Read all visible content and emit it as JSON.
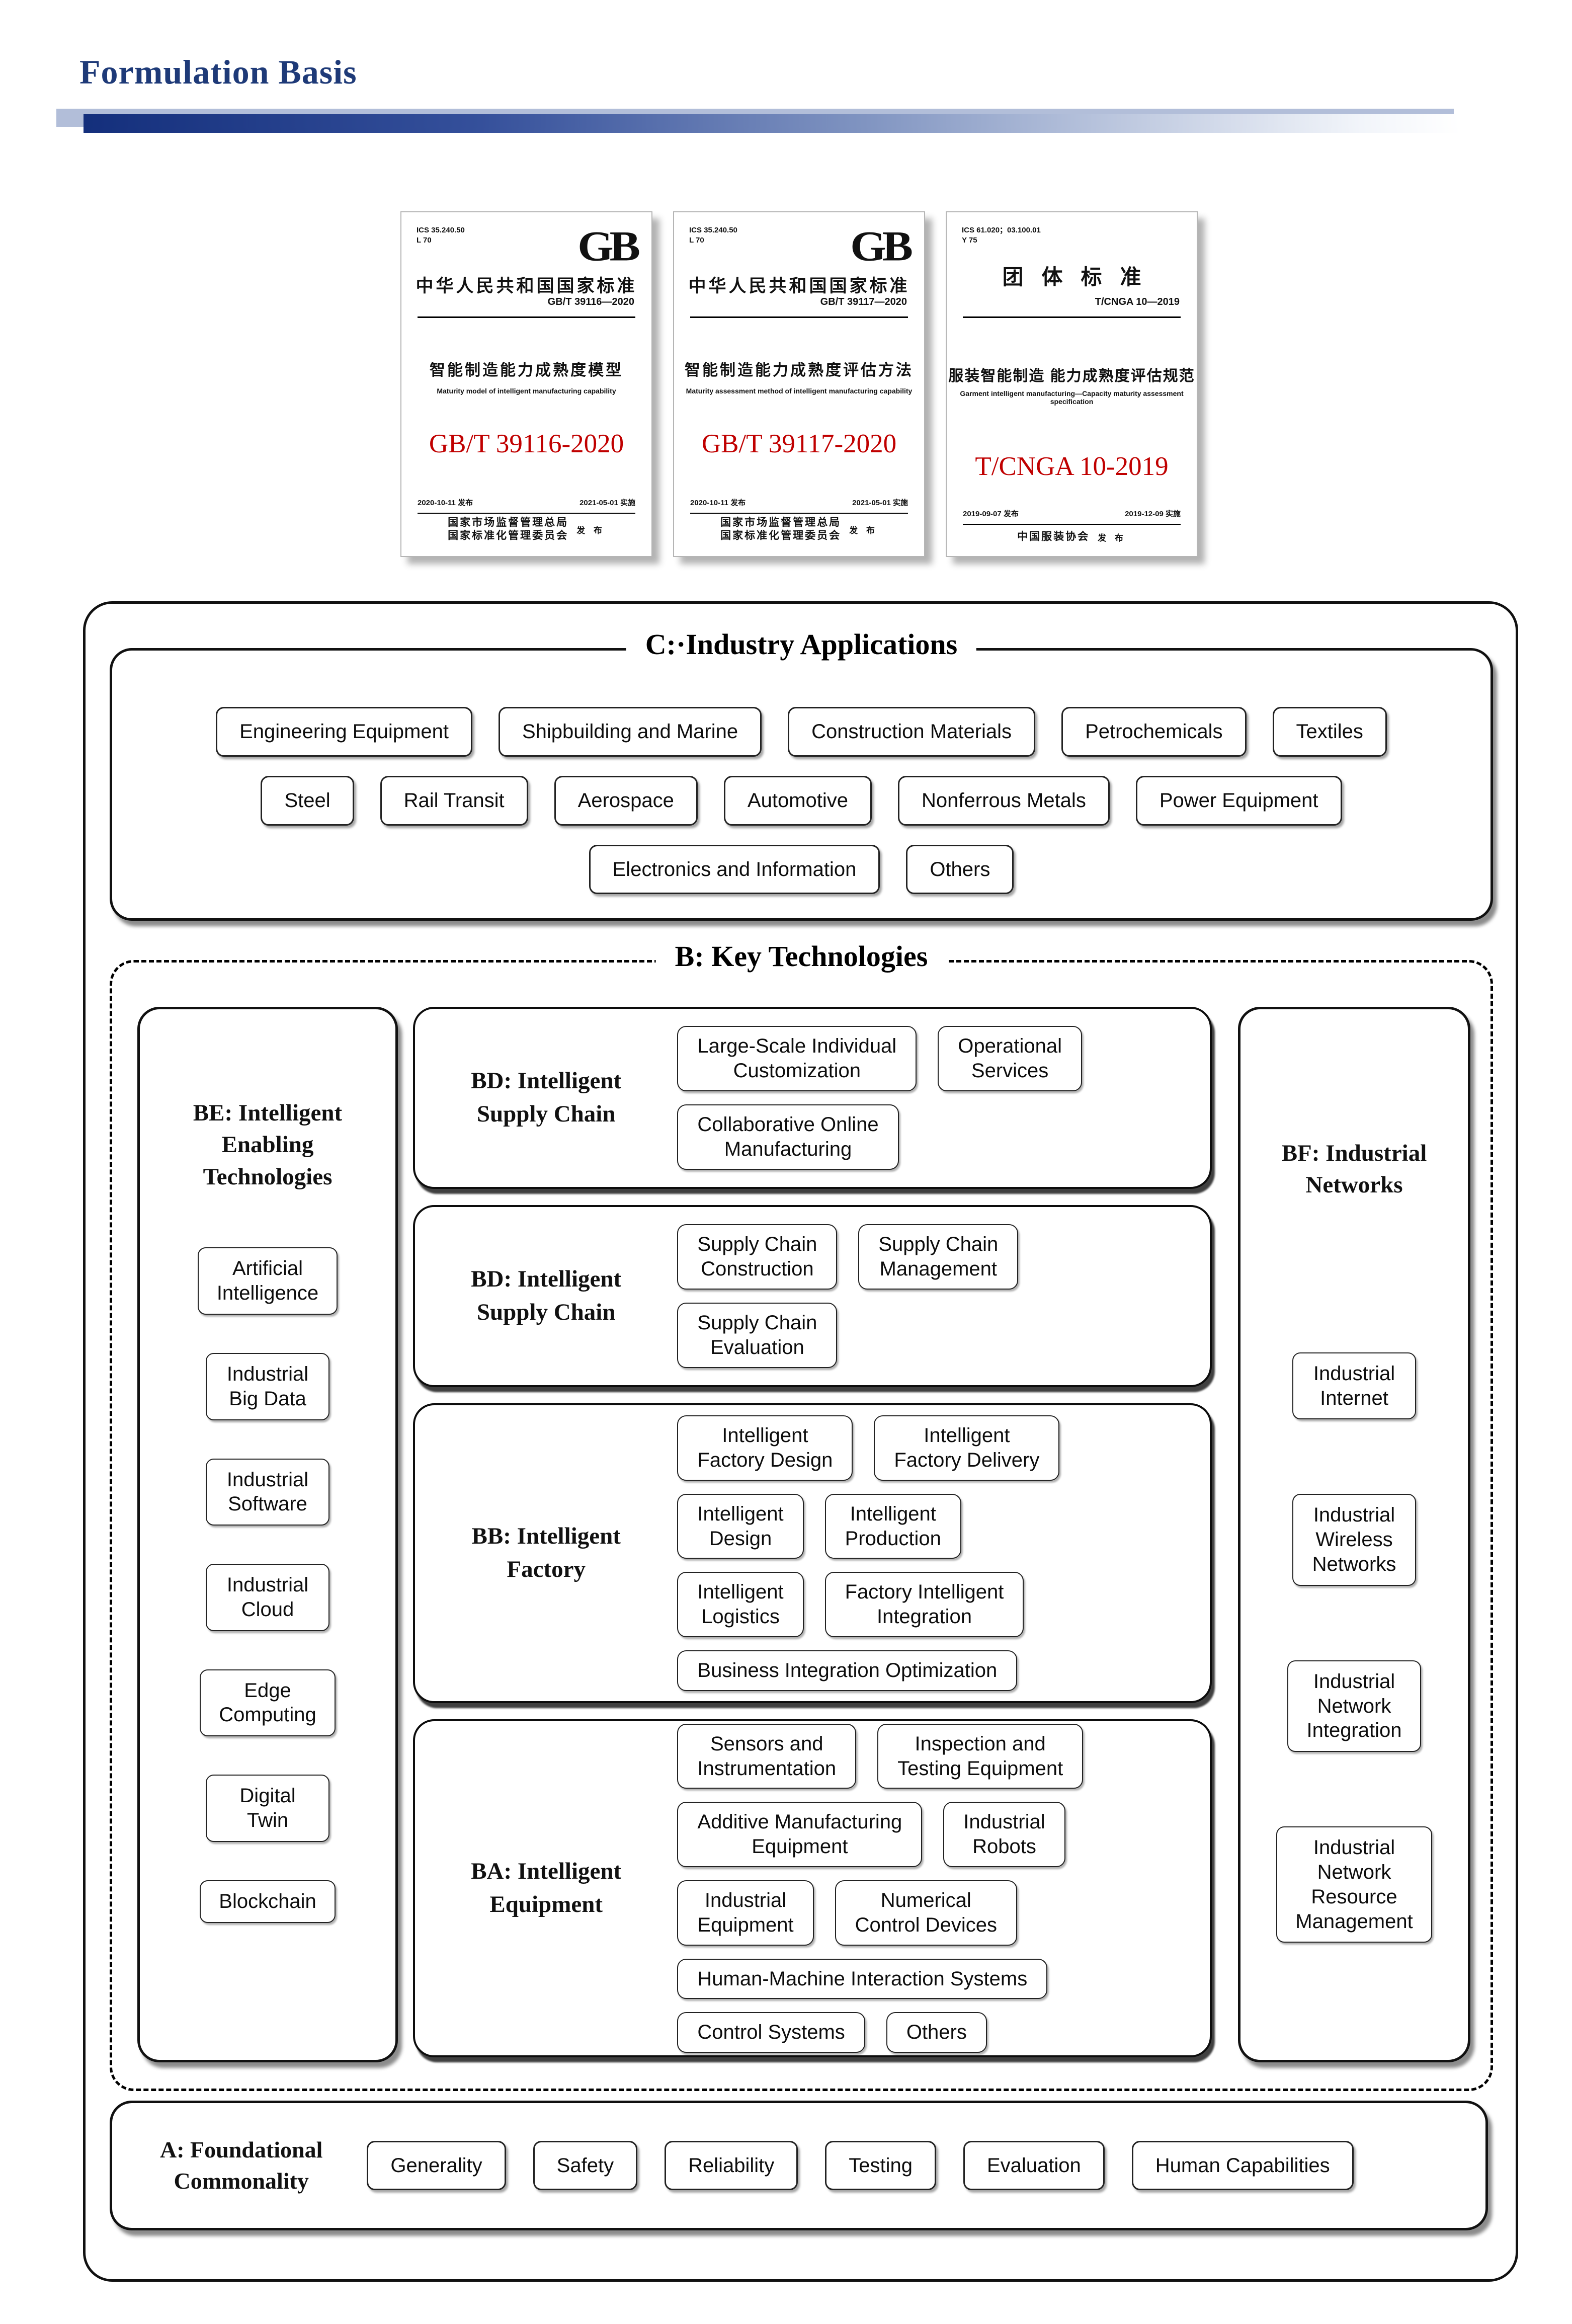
{
  "page": {
    "title": "Formulation Basis"
  },
  "covers": [
    {
      "ics": "ICS 35.240.50\nL 70",
      "logo": "GB",
      "header": "中华人民共和国国家标准",
      "code": "GB/T 39116—2020",
      "title_cn": "智能制造能力成熟度模型",
      "title_en": "Maturity model of intelligent manufacturing capability",
      "code_red": "GB/T 39116-2020",
      "date_issue": "2020-10-11 发布",
      "date_impl": "2021-05-01 实施",
      "publisher": "国家市场监督管理总局\n国家标准化管理委员会",
      "publish_word": "发 布"
    },
    {
      "ics": "ICS 35.240.50\nL 70",
      "logo": "GB",
      "header": "中华人民共和国国家标准",
      "code": "GB/T 39117—2020",
      "title_cn": "智能制造能力成熟度评估方法",
      "title_en": "Maturity assessment method of intelligent manufacturing capability",
      "code_red": "GB/T 39117-2020",
      "date_issue": "2020-10-11 发布",
      "date_impl": "2021-05-01 实施",
      "publisher": "国家市场监督管理总局\n国家标准化管理委员会",
      "publish_word": "发 布"
    },
    {
      "ics": "ICS 61.020；03.100.01\nY 75",
      "logo": "",
      "header": "团体标准",
      "code": "T/CNGA 10—2019",
      "title_cn": "服装智能制造 能力成熟度评估规范",
      "title_en": "Garment intelligent manufacturing—Capacity maturity assessment specification",
      "code_red": "T/CNGA 10-2019",
      "date_issue": "2019-09-07 发布",
      "date_impl": "2019-12-09 实施",
      "publisher": "中国服装协会",
      "publish_word": "发 布"
    }
  ],
  "section_c": {
    "title": "C:·Industry Applications",
    "rows": [
      [
        "Engineering Equipment",
        "Shipbuilding and Marine",
        "Construction Materials",
        "Petrochemicals",
        "Textiles"
      ],
      [
        "Steel",
        "Rail Transit",
        "Aerospace",
        "Automotive",
        "Nonferrous Metals",
        "Power Equipment"
      ],
      [
        "Electronics and Information",
        "Others"
      ]
    ]
  },
  "section_b": {
    "title": "B: Key Technologies",
    "be": {
      "title": "BE: Intelligent\nEnabling\nTechnologies",
      "items": [
        "Artificial\nIntelligence",
        "Industrial\nBig Data",
        "Industrial\nSoftware",
        "Industrial\nCloud",
        "Edge\nComputing",
        "Digital\nTwin",
        "Blockchain"
      ]
    },
    "mid": [
      {
        "label": "BD: Intelligent\nSupply Chain",
        "rows": [
          [
            "Large-Scale Individual\nCustomization",
            "Operational\nServices"
          ],
          [
            "Collaborative Online\nManufacturing"
          ]
        ]
      },
      {
        "label": "BD: Intelligent\nSupply Chain",
        "rows": [
          [
            "Supply Chain\nConstruction",
            "Supply Chain\nManagement"
          ],
          [
            "Supply Chain\nEvaluation"
          ]
        ]
      },
      {
        "label": "BB: Intelligent\nFactory",
        "rows": [
          [
            "Intelligent\nFactory Design",
            "Intelligent\nFactory Delivery"
          ],
          [
            "Intelligent\nDesign",
            "Intelligent\nProduction"
          ],
          [
            "Intelligent\nLogistics",
            "Factory Intelligent\nIntegration"
          ],
          [
            "Business Integration Optimization"
          ]
        ]
      },
      {
        "label": "BA: Intelligent\nEquipment",
        "rows": [
          [
            "Sensors and\nInstrumentation",
            "Inspection and\nTesting Equipment"
          ],
          [
            "Additive Manufacturing\nEquipment",
            "Industrial\nRobots"
          ],
          [
            "Industrial\nEquipment",
            "Numerical\nControl Devices"
          ],
          [
            "Human-Machine Interaction Systems"
          ],
          [
            "Control Systems",
            "Others"
          ]
        ]
      }
    ],
    "bf": {
      "title": "BF: Industrial\nNetworks",
      "items": [
        "Industrial\nInternet",
        "Industrial\nWireless\nNetworks",
        "Industrial\nNetwork\nIntegration",
        "Industrial\nNetwork\nResource\nManagement"
      ]
    }
  },
  "section_a": {
    "label": "A: Foundational\nCommonality",
    "items": [
      "Generality",
      "Safety",
      "Reliability",
      "Testing",
      "Evaluation",
      "Human Capabilities"
    ]
  }
}
